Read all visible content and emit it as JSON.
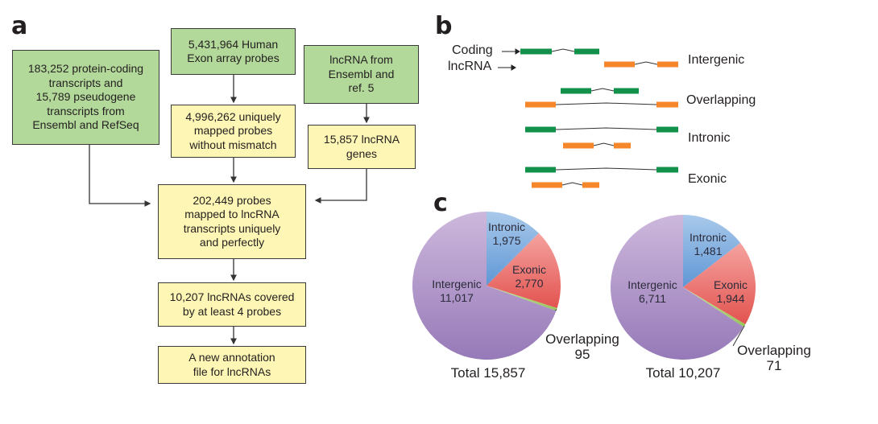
{
  "panel_a": {
    "label": "a",
    "boxes": {
      "protein_coding": "183,252 protein-coding\ntranscripts and\n15,789 pseudogene\ntranscripts from\nEnsembl and RefSeq",
      "exon_array": "5,431,964 Human\nExon array probes",
      "lncrna_source": "lncRNA from\nEnsembl and\nref. 5",
      "unique_probes": "4,996,262 uniquely\nmapped probes\nwithout mismatch",
      "lncrna_genes": "15,857 lncRNA\ngenes",
      "mapped_probes": "202,449 probes\nmapped to lncRNA\ntranscripts uniquely\nand perfectly",
      "covered": "10,207 lncRNAs covered\nby at least 4 probes",
      "annotation": "A new annotation\nfile for lncRNAs"
    },
    "colors": {
      "source_box": "#b3d99a",
      "process_box": "#fdf6b4"
    }
  },
  "panel_b": {
    "label": "b",
    "legend": {
      "coding": "Coding",
      "lncrna": "lncRNA"
    },
    "categories": [
      "Intergenic",
      "Overlapping",
      "Intronic",
      "Exonic"
    ],
    "colors": {
      "coding": "#12914a",
      "lncrna": "#f5862a"
    }
  },
  "panel_c": {
    "label": "c"
  },
  "chart_data": [
    {
      "type": "pie",
      "title": "Total 15,857",
      "total": 15857,
      "slices": [
        {
          "name": "Intronic",
          "value": 1975,
          "display": "1,975",
          "color": "#6fa6dc"
        },
        {
          "name": "Exonic",
          "value": 2770,
          "display": "2,770",
          "color": "#ec6e6b"
        },
        {
          "name": "Overlapping",
          "value": 95,
          "display": "95",
          "color": "#a6d16a"
        },
        {
          "name": "Intergenic",
          "value": 11017,
          "display": "11,017",
          "color": "#a88cc4"
        }
      ]
    },
    {
      "type": "pie",
      "title": "Total 10,207",
      "total": 10207,
      "slices": [
        {
          "name": "Intronic",
          "value": 1481,
          "display": "1,481",
          "color": "#6fa6dc"
        },
        {
          "name": "Exonic",
          "value": 1944,
          "display": "1,944",
          "color": "#ec6e6b"
        },
        {
          "name": "Overlapping",
          "value": 71,
          "display": "71",
          "color": "#a6d16a"
        },
        {
          "name": "Intergenic",
          "value": 6711,
          "display": "6,711",
          "color": "#a88cc4"
        }
      ]
    }
  ]
}
